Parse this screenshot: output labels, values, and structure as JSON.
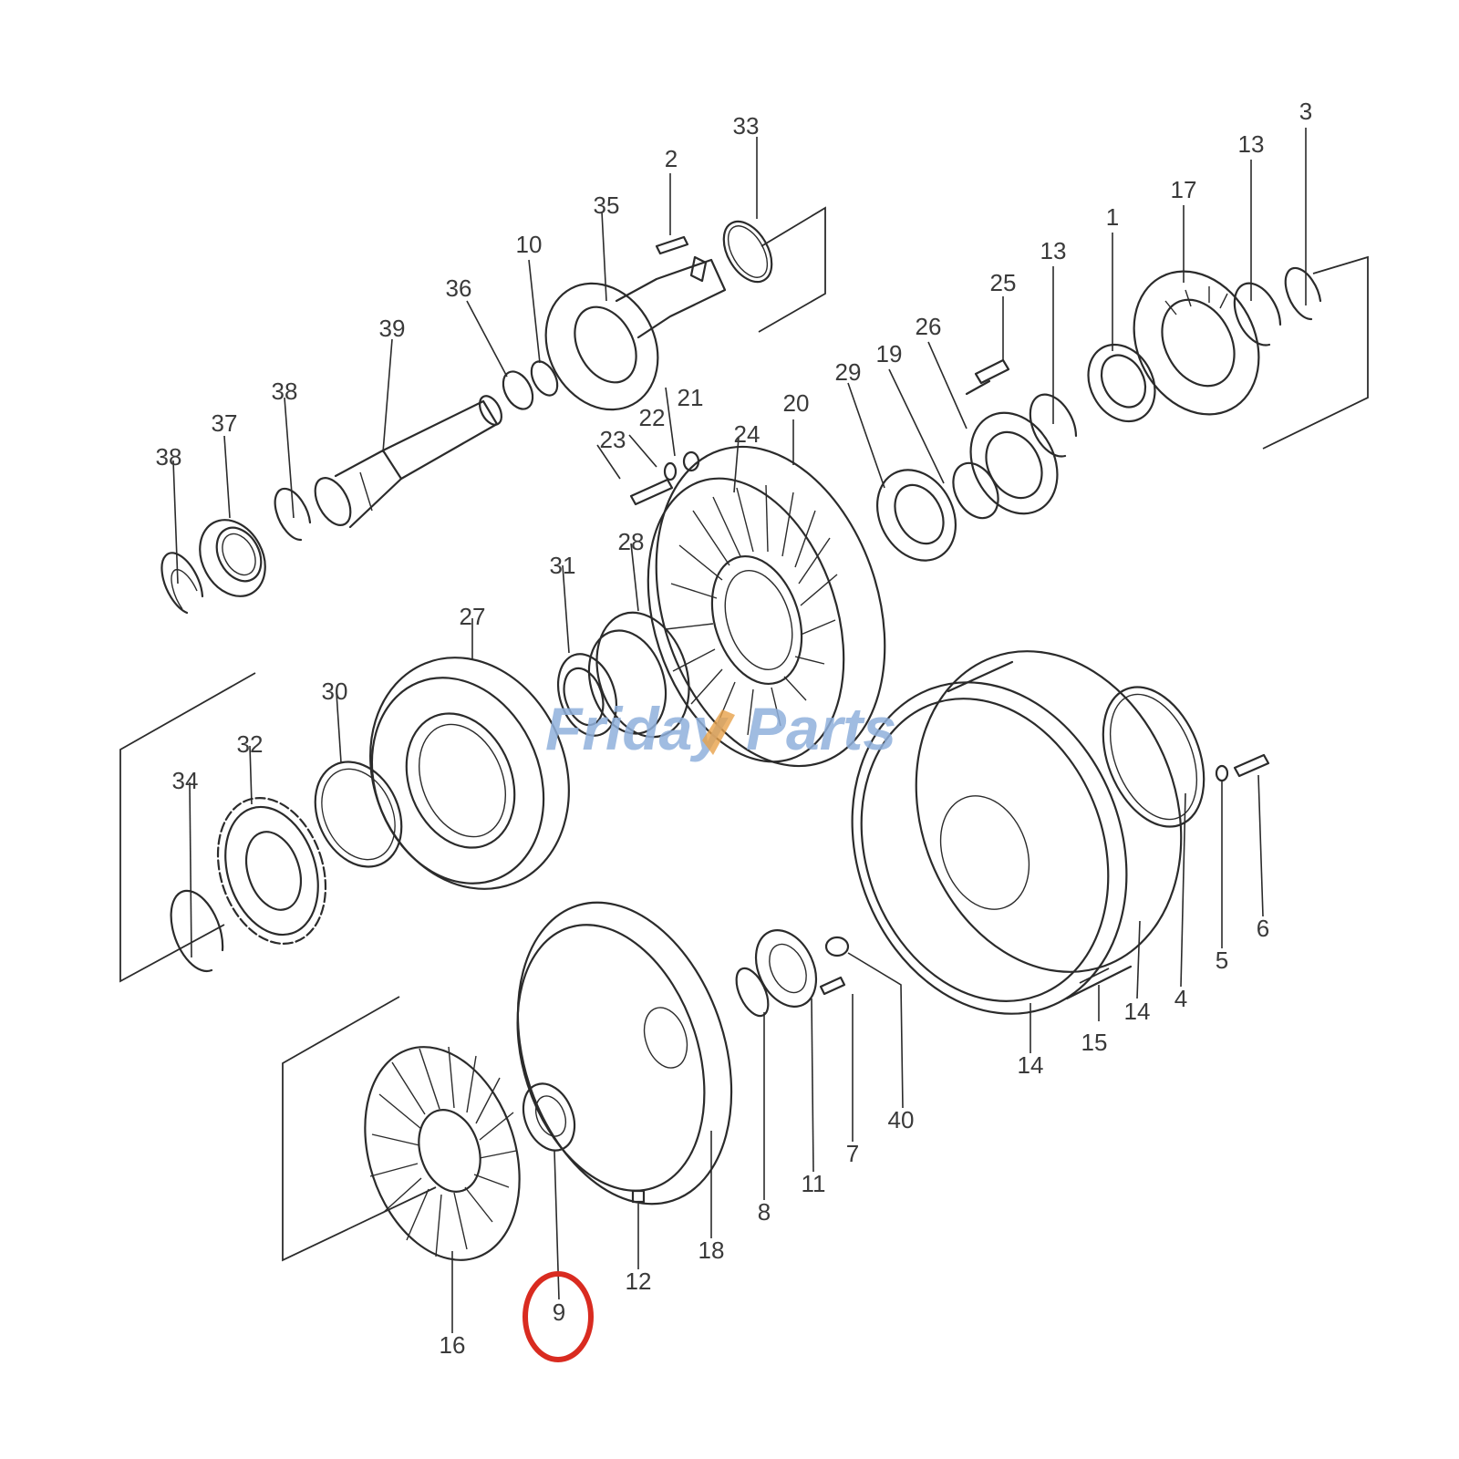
{
  "watermark": {
    "part1": "Friday",
    "part2": "Parts",
    "color": "#8fb0dc",
    "accent": "#e7a14a"
  },
  "highlight": {
    "target": "9",
    "color": "#d92b20"
  },
  "labels": {
    "l1": "1",
    "l2": "2",
    "l3": "3",
    "l4": "4",
    "l5": "5",
    "l6": "6",
    "l7": "7",
    "l8": "8",
    "l9": "9",
    "l10": "10",
    "l11": "11",
    "l12": "12",
    "l13a": "13",
    "l13b": "13",
    "l14a": "14",
    "l14b": "14",
    "l15": "15",
    "l16": "16",
    "l17": "17",
    "l18": "18",
    "l19": "19",
    "l20": "20",
    "l21": "21",
    "l22": "22",
    "l23": "23",
    "l24": "24",
    "l25": "25",
    "l26": "26",
    "l27": "27",
    "l28": "28",
    "l29": "29",
    "l30": "30",
    "l31": "31",
    "l32": "32",
    "l33": "33",
    "l34": "34",
    "l35": "35",
    "l36": "36",
    "l37": "37",
    "l38a": "38",
    "l38b": "38",
    "l39": "39",
    "l40": "40"
  }
}
